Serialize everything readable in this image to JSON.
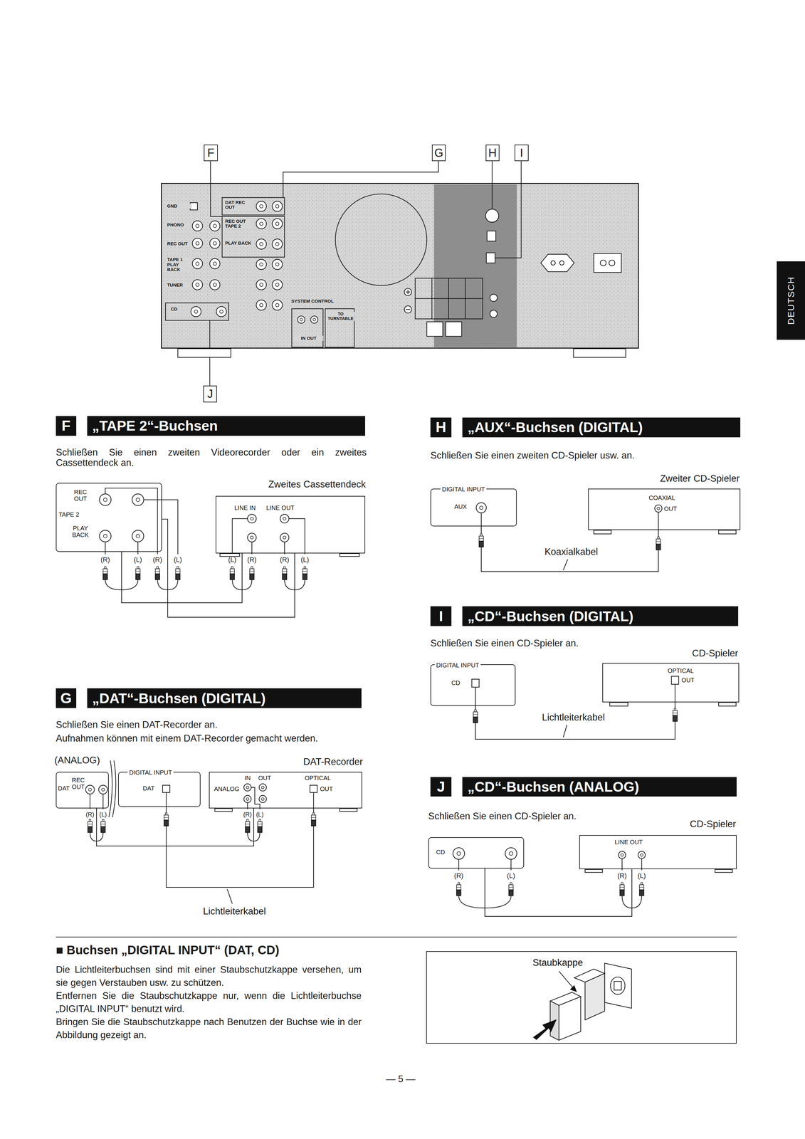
{
  "diagram": {
    "nodes": [
      {
        "text": [
          "F"
        ]
      },
      {
        "text": [
          "G"
        ]
      },
      {
        "text": [
          "H"
        ]
      },
      {
        "text": [
          "I"
        ]
      },
      {
        "text": [
          "GND",
          "PHONO",
          "REC OUT",
          "TAPE 1 PLAY BACK",
          "TUNER",
          "CD",
          "DAT REC OUT",
          "REC OUT TAPE 2",
          "PLAY BACK",
          "SYSTEM CONTROL",
          "IN OUT",
          "TO TURNTABLE"
        ]
      },
      {
        "text": [
          "J"
        ]
      },
      {
        "text": [
          "F"
        ]
      },
      {
        "text": [
          "„TAPE 2“-Buchsen"
        ]
      },
      {
        "text": [
          "REC OUT",
          "TAPE 2",
          "PLAY BACK"
        ]
      },
      {
        "text": [
          "Zweites Cassettendeck",
          "LINE IN",
          "LINE OUT"
        ]
      },
      {
        "text": [
          "G"
        ]
      },
      {
        "text": [
          "„DAT“-Buchsen (DIGITAL)"
        ]
      },
      {
        "text": [
          "DAT",
          "REC OUT"
        ]
      },
      {
        "text": [
          "DIGITAL INPUT",
          "DAT"
        ]
      },
      {
        "text": [
          "DAT-Recorder",
          "IN",
          "OUT",
          "ANALOG",
          "OPTICAL",
          "OUT"
        ]
      },
      {
        "text": [
          "H"
        ]
      },
      {
        "text": [
          "„AUX“-Buchsen (DIGITAL)"
        ]
      },
      {
        "text": [
          "DIGITAL INPUT",
          "AUX"
        ]
      },
      {
        "text": [
          "Zweiter CD-Spieler",
          "COAXIAL",
          "OUT"
        ]
      },
      {
        "text": [
          "I"
        ]
      },
      {
        "text": [
          "„CD“-Buchsen (DIGITAL)"
        ]
      },
      {
        "text": [
          "DIGITAL INPUT",
          "CD"
        ]
      },
      {
        "text": [
          "CD-Spieler",
          "OPTICAL",
          "OUT"
        ]
      },
      {
        "text": [
          "J"
        ]
      },
      {
        "text": [
          "„CD“-Buchsen (ANALOG)"
        ]
      },
      {
        "text": [
          "CD"
        ]
      },
      {
        "text": [
          "CD-Spieler",
          "LINE OUT"
        ]
      },
      {
        "text": [
          "Staubkappe"
        ]
      },
      {
        "text": [
          "DEUTSCH"
        ]
      }
    ],
    "edges": [
      {
        "from": 0,
        "to": 4,
        "arrow": "none"
      },
      {
        "from": 1,
        "to": 4,
        "arrow": "none"
      },
      {
        "from": 2,
        "to": 4,
        "arrow": "none"
      },
      {
        "from": 3,
        "to": 4,
        "arrow": "none"
      },
      {
        "from": 5,
        "to": 4,
        "arrow": "none"
      },
      {
        "from": 8,
        "to": 9,
        "arrow": "none"
      },
      {
        "from": 8,
        "to": 9,
        "arrow": "none"
      },
      {
        "from": 12,
        "to": 14,
        "arrow": "none"
      },
      {
        "from": 13,
        "to": 14,
        "arrow": "none"
      },
      {
        "from": 17,
        "to": 18,
        "arrow": "none"
      },
      {
        "from": 21,
        "to": 22,
        "arrow": "none"
      },
      {
        "from": 25,
        "to": 26,
        "arrow": "none"
      }
    ],
    "labels": [
      "Schließen Sie einen zweiten Videorecorder oder ein zweites Cassettendeck an.",
      "(R)",
      "(L)",
      "(R)",
      "(L)",
      "(L)",
      "(R)",
      "(R)",
      "(L)",
      "Schließen Sie einen DAT-Recorder an.",
      "Aufnahmen können mit einem DAT-Recorder gemacht werden.",
      "(ANALOG)",
      "(R)",
      "(L)",
      "(R)",
      "(L)",
      "Lichtleiterkabel",
      "Schließen Sie einen zweiten CD-Spieler usw. an.",
      "Koaxialkabel",
      "Schließen Sie einen CD-Spieler an.",
      "Lichtleiterkabel",
      "Schließen Sie einen CD-Spieler an.",
      "(R)",
      "(L)",
      "(R)",
      "(L)",
      "■ Buchsen „DIGITAL INPUT“ (DAT, CD)",
      "Die Lichtleiterbuchsen sind mit einer Staubschutzkappe versehen, um sie gegen Verstauben usw. zu schützen.",
      "Entfernen Sie die Staubschutzkappe nur, wenn die Lichtleiterbuchse „DIGITAL INPUT“ benutzt wird.",
      "Bringen Sie die Staubschutzkappe nach Benutzen der Buchse wie in der Abbildung gezeigt an.",
      "— 5 —"
    ]
  }
}
